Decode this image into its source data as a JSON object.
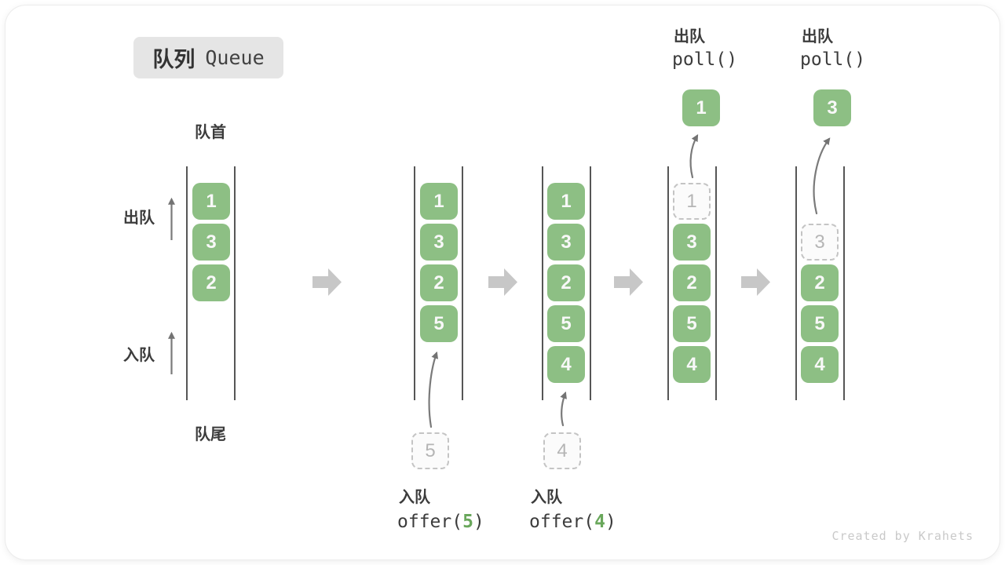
{
  "title": {
    "zh": "队列",
    "en": "Queue"
  },
  "labels": {
    "front": "队首",
    "rear": "队尾",
    "dequeue_side": "出队",
    "enqueue_side": "入队"
  },
  "operations": {
    "offer_5": {
      "action": "入队",
      "call_prefix": "offer(",
      "arg": "5",
      "call_suffix": ")"
    },
    "offer_4": {
      "action": "入队",
      "call_prefix": "offer(",
      "arg": "4",
      "call_suffix": ")"
    },
    "poll_1": {
      "action": "出队",
      "call": "poll()",
      "result": "1"
    },
    "poll_2": {
      "action": "出队",
      "call": "poll()",
      "result": "3"
    }
  },
  "states": [
    {
      "cells": [
        "1",
        "3",
        "2"
      ]
    },
    {
      "cells": [
        "1",
        "3",
        "2",
        "5"
      ],
      "incoming": "5"
    },
    {
      "cells": [
        "1",
        "3",
        "2",
        "5",
        "4"
      ],
      "incoming": "4"
    },
    {
      "cells": [
        "1",
        "3",
        "2",
        "5",
        "4"
      ],
      "ghost_index": 0,
      "outgoing": "1"
    },
    {
      "cells": [
        "3",
        "2",
        "5",
        "4"
      ],
      "ghost_index": 0,
      "outgoing": "3"
    }
  ],
  "watermark": "Created by Krahets",
  "colors": {
    "element_green": "#8DBF84",
    "code_arg_green": "#69A75B",
    "ghost_border": "#C4C4C4",
    "ghost_text": "#B5B5B5",
    "wall_gray": "#565656",
    "flow_arrow_gray": "#C7C7C7",
    "thin_arrow_gray": "#7A7A7A",
    "title_bg": "#E5E5E5"
  }
}
